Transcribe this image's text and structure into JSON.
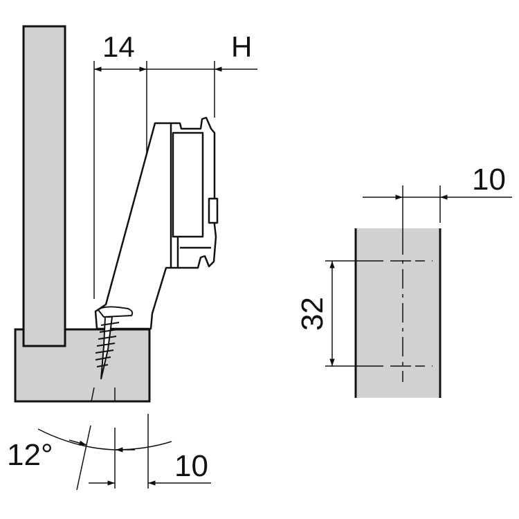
{
  "dimensions": {
    "overlay_width": "14",
    "hinge_distance": "H",
    "screw_angle": "12°",
    "screw_offset": "10",
    "hole_edge_distance": "10",
    "hole_spacing": "32"
  },
  "colors": {
    "panel_fill": "#d1d1d1",
    "line": "#111111"
  }
}
